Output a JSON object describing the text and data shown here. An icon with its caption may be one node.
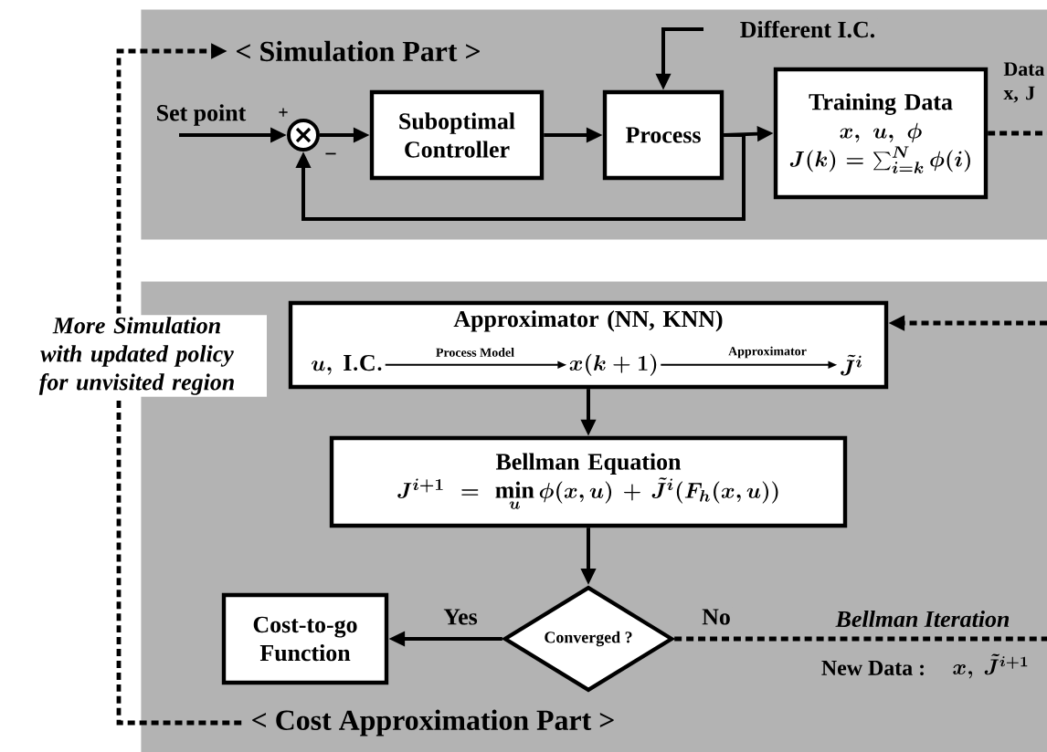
{
  "diagram": {
    "nodes": [
      {
        "text": [
          "< Simulation Part >"
        ]
      },
      {
        "text": [],
        "shape": "circle",
        "in": 0
      },
      {
        "text": [
          "Suboptimal Controller"
        ],
        "in": 0
      },
      {
        "text": [
          "Process"
        ],
        "in": 0
      },
      {
        "text": [
          "Training Data",
          "x,\\ u,\\ \\phi",
          "J(k)=\\sum_{i=k}^{N}\\phi(i)"
        ],
        "in": 0
      },
      {
        "text": [
          "< Cost Approximation Part >"
        ]
      },
      {
        "text": [
          "Approximator  (NN, KNN)"
        ],
        "in": 5
      },
      {
        "text": [
          "u,\\ \\mathrm{I.C.}"
        ],
        "in": 6
      },
      {
        "text": [
          "x(k+1)"
        ],
        "in": 6
      },
      {
        "text": [
          "\\tilde{J}^{i}"
        ],
        "in": 6
      },
      {
        "text": [
          "Bellman Equation",
          "J^{i+1}=\\min\\limits_{u}\\phi(x,u)+\\tilde{J}^{i}(F_h(x,u))"
        ],
        "in": 5
      },
      {
        "text": [
          "Converged ?"
        ],
        "in": 5
      },
      {
        "text": [
          "Cost-to-go Function"
        ],
        "in": 5
      }
    ],
    "edges": [
      {
        "from": null,
        "to": 1,
        "arrow": "to",
        "label": "Set point"
      },
      {
        "from": 1,
        "to": 2,
        "arrow": "to"
      },
      {
        "from": 2,
        "to": 3,
        "arrow": "to"
      },
      {
        "from": 3,
        "to": 4,
        "arrow": "to"
      },
      {
        "from": 3,
        "to": 1,
        "arrow": "to"
      },
      {
        "from": null,
        "to": 3,
        "arrow": "to",
        "label": "Different I.C."
      },
      {
        "from": 4,
        "to": null,
        "arrow": "none",
        "style": "dashed",
        "label": "Data x, J"
      },
      {
        "from": null,
        "to": 6,
        "arrow": "to",
        "style": "dashed"
      },
      {
        "from": 7,
        "to": 8,
        "arrow": "to",
        "label": "Process Model"
      },
      {
        "from": 8,
        "to": 9,
        "arrow": "to",
        "label": "Approximator"
      },
      {
        "from": 6,
        "to": 10,
        "arrow": "to"
      },
      {
        "from": 10,
        "to": 11,
        "arrow": "to"
      },
      {
        "from": 11,
        "to": 12,
        "arrow": "to",
        "label": "Yes"
      },
      {
        "from": 11,
        "to": null,
        "arrow": "none",
        "style": "dashed",
        "label": "No"
      },
      {
        "from": 5,
        "to": 0,
        "arrow": "to",
        "style": "dashed",
        "label": "More Simulation with updated policy for unvisited region"
      }
    ],
    "labels": [
      "+",
      "−",
      "Bellman Iteration",
      "New Data :",
      "x,\\ \\tilde{J}^{i+1}"
    ]
  }
}
